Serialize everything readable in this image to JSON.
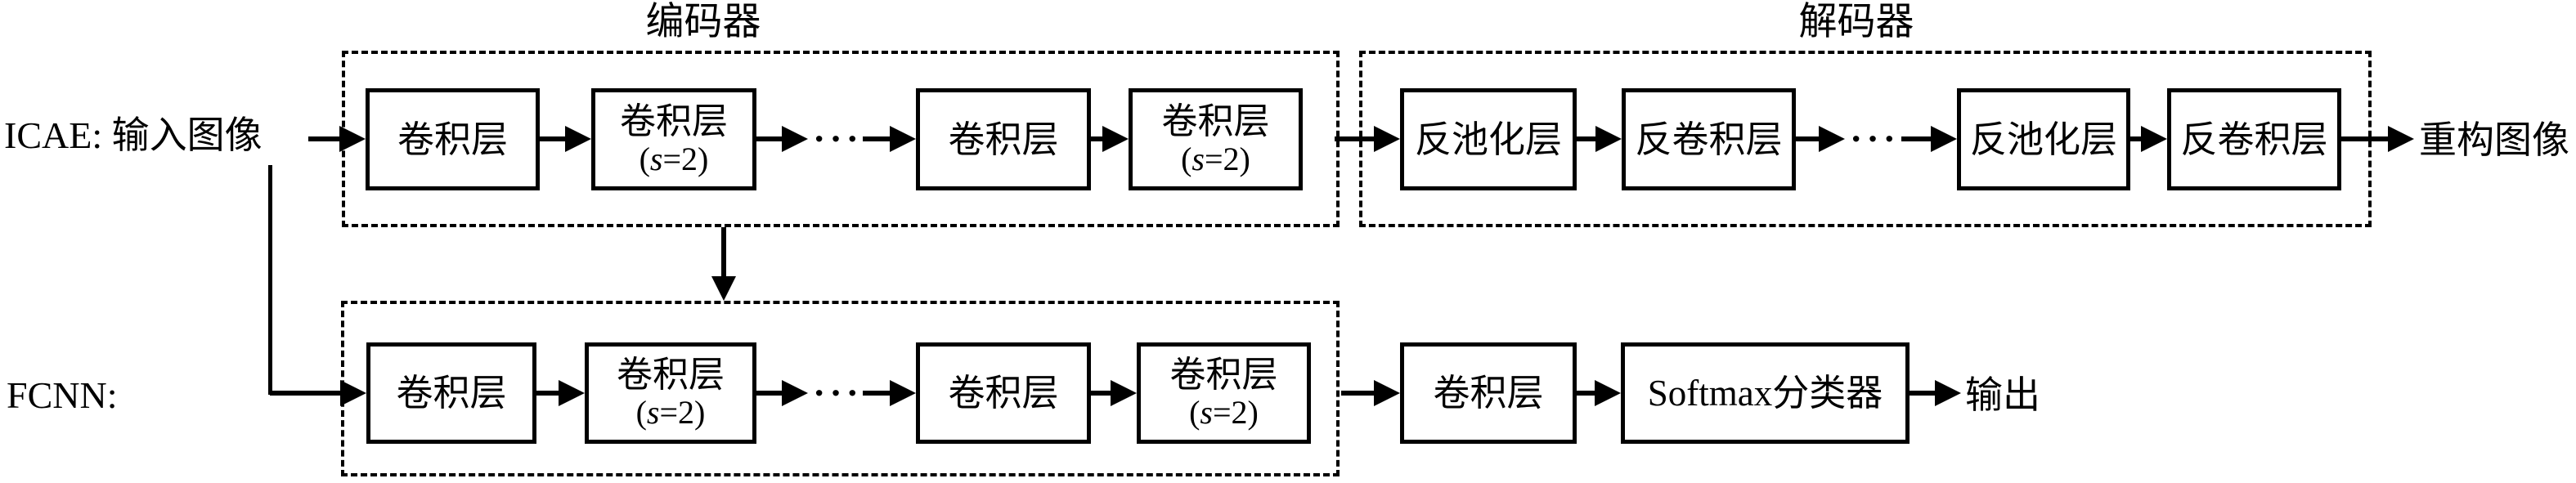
{
  "icae": {
    "input_label": "ICAE: 输入图像",
    "encoder": {
      "title": "编码器",
      "box1": "卷积层",
      "box2_line1": "卷积层",
      "ellipsis": "···",
      "box3": "卷积层",
      "box4_line1": "卷积层"
    },
    "decoder": {
      "title": "解码器",
      "box1": "反池化层",
      "box2": "反卷积层",
      "ellipsis": "···",
      "box3": "反池化层",
      "box4": "反卷积层"
    },
    "output_label": "重构图像"
  },
  "fcnn": {
    "row_label": "FCNN:",
    "dashed_group": {
      "box1": "卷积层",
      "box2_line1": "卷积层",
      "ellipsis": "···",
      "box3": "卷积层",
      "box4_line1": "卷积层"
    },
    "conv_box": "卷积层",
    "softmax_box": "Softmax分类器",
    "output_label": "输出"
  },
  "math": {
    "s2_open": "(",
    "s2_var": "s",
    "s2_close": "=2)"
  },
  "colors": {
    "foreground": "#000000",
    "background": "#ffffff"
  }
}
